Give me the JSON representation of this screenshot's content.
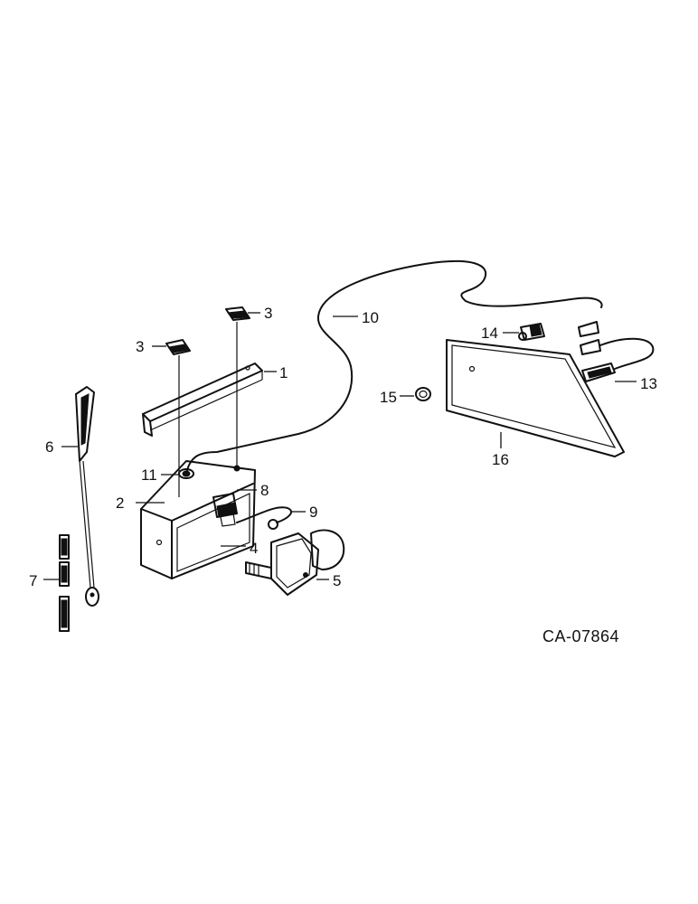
{
  "drawing_code": "CA-07864",
  "callouts": [
    {
      "id": "c1",
      "label": "1"
    },
    {
      "id": "c2",
      "label": "2"
    },
    {
      "id": "c3a",
      "label": "3"
    },
    {
      "id": "c3b",
      "label": "3"
    },
    {
      "id": "c4",
      "label": "4"
    },
    {
      "id": "c5",
      "label": "5"
    },
    {
      "id": "c6",
      "label": "6"
    },
    {
      "id": "c7",
      "label": "7"
    },
    {
      "id": "c8",
      "label": "8"
    },
    {
      "id": "c9",
      "label": "9"
    },
    {
      "id": "c10",
      "label": "10"
    },
    {
      "id": "c11",
      "label": "11"
    },
    {
      "id": "c13",
      "label": "13"
    },
    {
      "id": "c14",
      "label": "14"
    },
    {
      "id": "c15",
      "label": "15"
    },
    {
      "id": "c16",
      "label": "16"
    }
  ]
}
